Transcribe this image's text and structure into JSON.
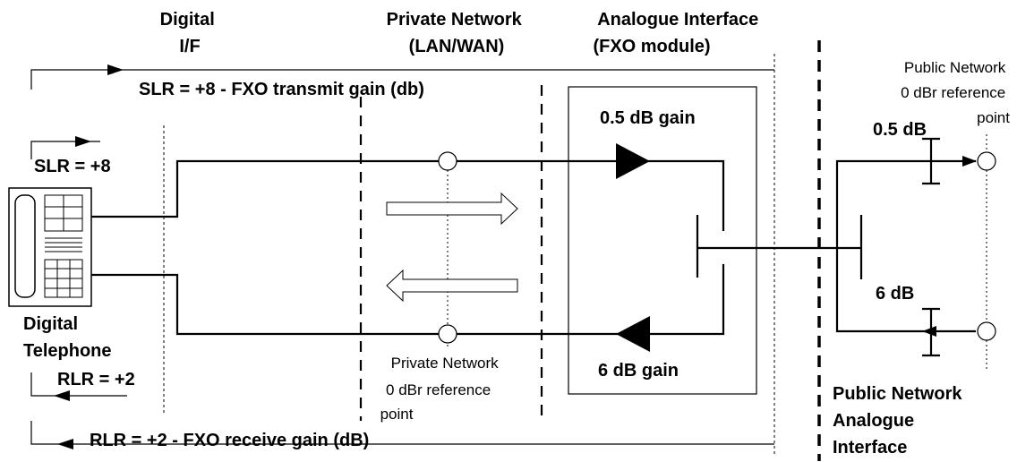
{
  "headers": {
    "digital_if": [
      "Digital",
      "I/F"
    ],
    "private_network": [
      "Private Network",
      "(LAN/WAN)"
    ],
    "analogue_interface": [
      "Analogue Interface",
      "(FXO module)"
    ]
  },
  "loudness": {
    "slr_total": "SLR = +8 - FXO transmit gain (db)",
    "slr": "SLR = +8",
    "rlr": "RLR = +2",
    "rlr_total": "RLR = +2 - FXO receive gain (dB)"
  },
  "telephone_label": [
    "Digital",
    "Telephone"
  ],
  "fxo_gains": {
    "transmit": "0.5 dB gain",
    "receive": "6 dB gain"
  },
  "private_ref_label": [
    "Private Network",
    "0 dBr reference",
    "point"
  ],
  "public_ref_label": [
    "Public Network",
    "0 dBr reference",
    "point"
  ],
  "public_pads": {
    "transmit": "0.5 dB",
    "receive": "6 dB"
  },
  "public_interface_label": [
    "Public Network",
    "Analogue",
    "Interface"
  ]
}
